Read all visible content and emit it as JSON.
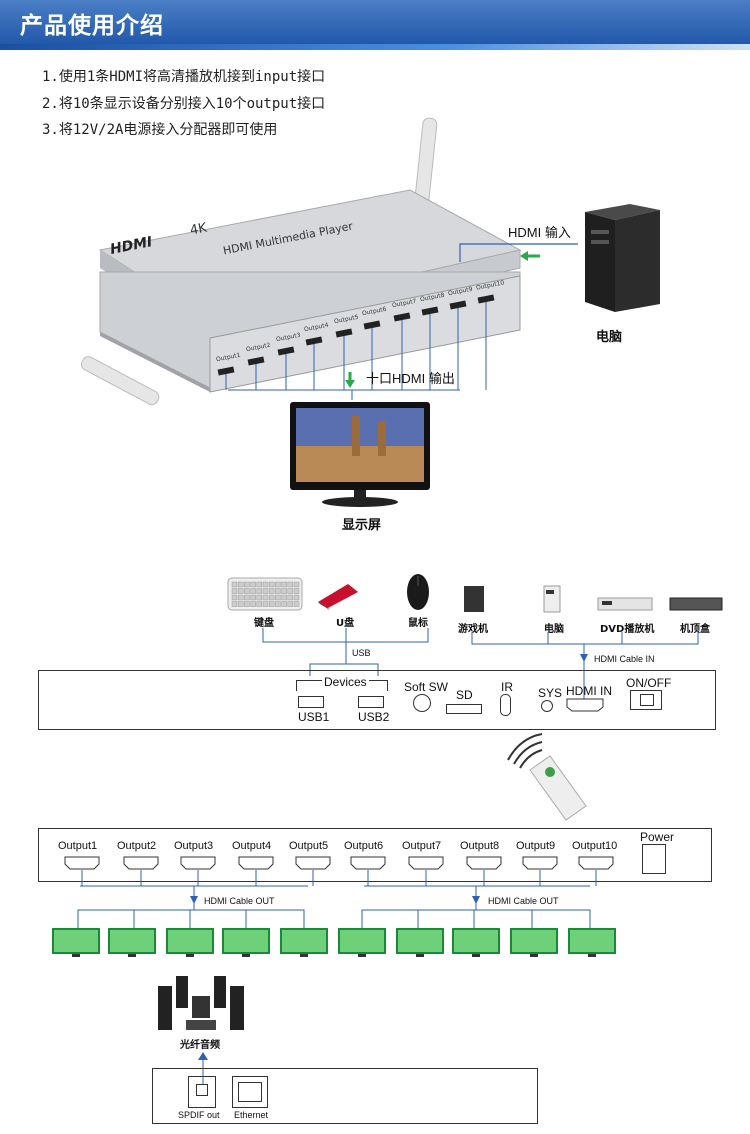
{
  "header": {
    "title": "产品使用介绍"
  },
  "steps": [
    "1.使用1条HDMI将高清播放机接到input接口",
    "2.将10条显示设备分别接入10个output接口",
    "3.将12V/2A电源接入分配器即可使用"
  ],
  "device": {
    "brand": "HDMI",
    "badge": "4K",
    "model": "HDMI Multimedia Player",
    "rear_labels": [
      "Devices",
      "USB1",
      "USB2",
      "Soft SW",
      "SD",
      "IR",
      "SYS",
      "HDMI IN",
      "ON/OFF"
    ],
    "outputs": [
      "Output1",
      "Output2",
      "Output3",
      "Output4",
      "Output5",
      "Output6",
      "Output7",
      "Output8",
      "Output9",
      "Output10"
    ]
  },
  "top_labels": {
    "hdmi_in": "HDMI 输入",
    "pc": "电脑",
    "hdmi_out": "十口HDMI 输出",
    "display": "显示屏"
  },
  "sources": {
    "usb_devices": [
      "键盘",
      "U盘",
      "鼠标"
    ],
    "usb_label": "USB",
    "hdmi_sources": [
      "游戏机",
      "电脑",
      "DVD播放机",
      "机顶盒"
    ],
    "hdmi_cable_in": "HDMI Cable IN"
  },
  "panel_in": {
    "devices": "Devices",
    "usb1": "USB1",
    "usb2": "USB2",
    "soft_sw": "Soft SW",
    "sd": "SD",
    "ir": "IR",
    "sys": "SYS",
    "hdmi_in": "HDMI IN",
    "on_off": "ON/OFF"
  },
  "panel_out": {
    "outputs": [
      "Output1",
      "Output2",
      "Output3",
      "Output4",
      "Output5",
      "Output6",
      "Output7",
      "Output8",
      "Output9",
      "Output10"
    ],
    "power": "Power",
    "cable_out": "HDMI Cable OUT"
  },
  "audio": {
    "label": "光纤音频",
    "spdif": "SPDIF out",
    "ethernet": "Ethernet"
  },
  "colors": {
    "accent": "#2f62b4",
    "arrow_green": "#2aa84a",
    "arrow_blue": "#3a6fc0"
  }
}
